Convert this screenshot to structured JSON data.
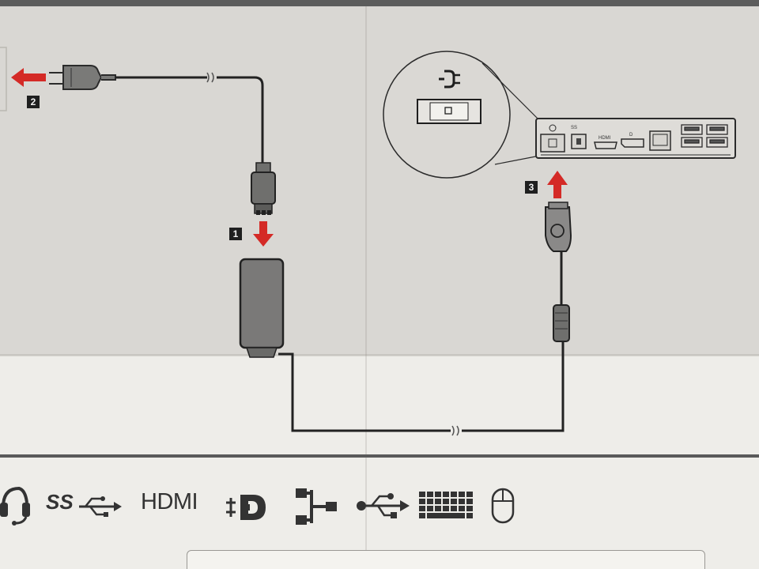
{
  "steps": {
    "step1": "1",
    "step2": "2",
    "step3": "3"
  },
  "dock_ports": {
    "hdmi_label": "HDMI"
  },
  "legend": {
    "ss_label": "SS",
    "hdmi_label": "HDMI",
    "icons": [
      "headset-icon",
      "usb-superspeed-icon",
      "hdmi-icon",
      "displayport-icon",
      "ethernet-icon",
      "usb-icon",
      "keyboard-icon",
      "mouse-icon"
    ]
  },
  "colors": {
    "arrow": "#d42a26",
    "ink": "#2b2b2b",
    "paper": "#d9d7d3"
  }
}
